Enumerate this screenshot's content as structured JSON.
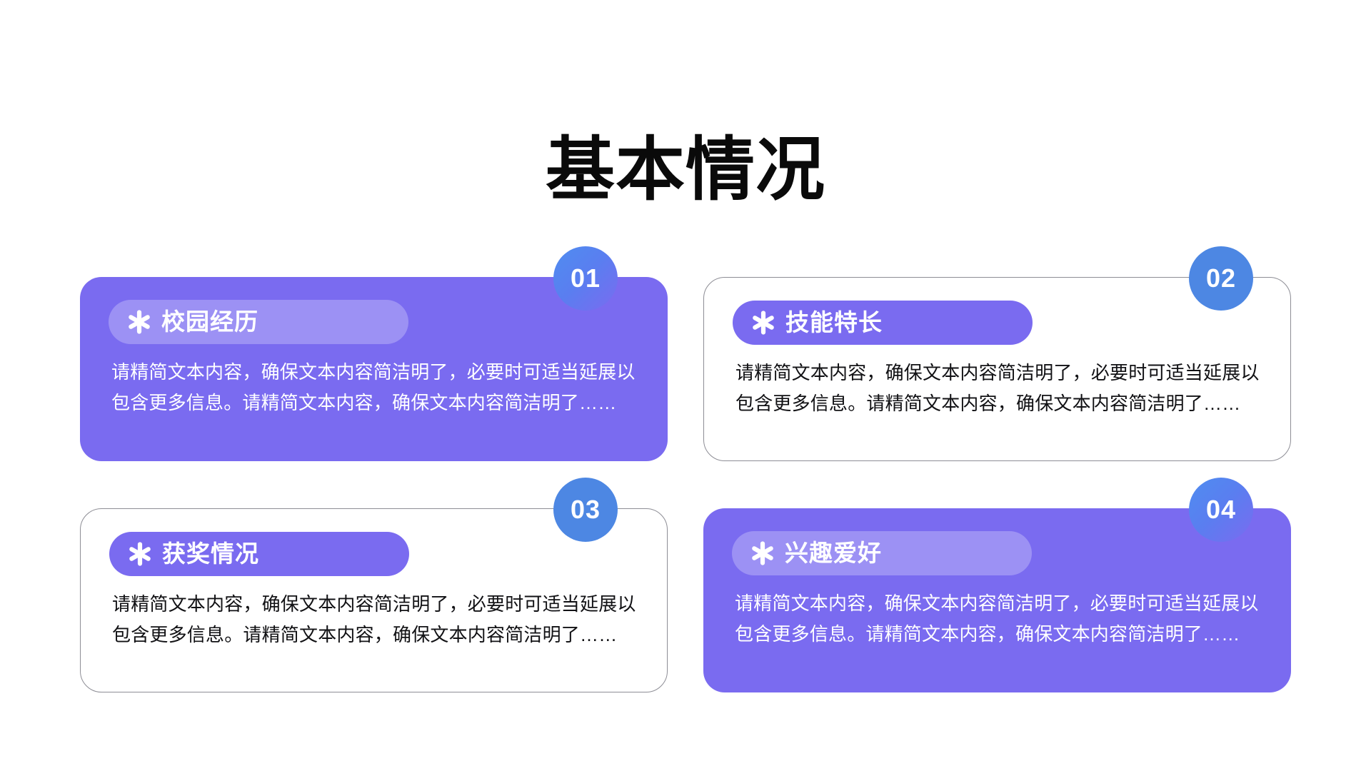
{
  "page": {
    "title": "基本情况",
    "background_color": "#ffffff"
  },
  "theme": {
    "purple": "#7a6bf0",
    "badge_blue": "#4d87e3",
    "card_border": "#8d8d95",
    "title_color": "#0a0a0a",
    "body_dark": "#111114",
    "body_light": "#ffffff"
  },
  "cards": [
    {
      "badge": "01",
      "icon": "asterisk-icon",
      "title": "校园经历",
      "body": "请精简文本内容，确保文本内容简洁明了，必要时可适当延展以包含更多信息。请精简文本内容，确保文本内容简洁明了……",
      "style": "filled"
    },
    {
      "badge": "02",
      "icon": "asterisk-icon",
      "title": "技能特长",
      "body": "请精简文本内容，确保文本内容简洁明了，必要时可适当延展以包含更多信息。请精简文本内容，确保文本内容简洁明了……",
      "style": "outlined"
    },
    {
      "badge": "03",
      "icon": "asterisk-icon",
      "title": "获奖情况",
      "body": "请精简文本内容，确保文本内容简洁明了，必要时可适当延展以包含更多信息。请精简文本内容，确保文本内容简洁明了……",
      "style": "outlined"
    },
    {
      "badge": "04",
      "icon": "asterisk-icon",
      "title": "兴趣爱好",
      "body": "请精简文本内容，确保文本内容简洁明了，必要时可适当延展以包含更多信息。请精简文本内容，确保文本内容简洁明了……",
      "style": "filled"
    }
  ]
}
